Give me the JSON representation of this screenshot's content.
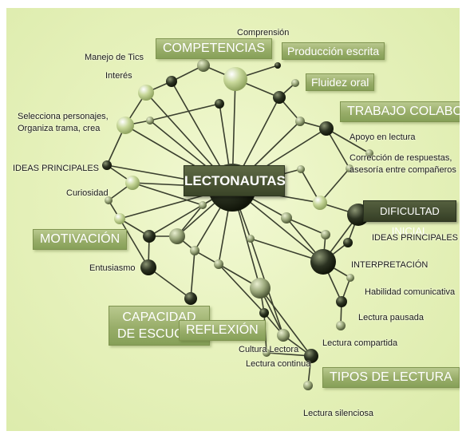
{
  "central_topic": "LECTONAUTAS",
  "categories": {
    "competencias": "COMPETENCIAS",
    "produccion_escrita": "Producción escrita",
    "fluidez_oral": "Fluidez oral",
    "trabajo_colaborativo": "TRABAJO COLABORATIVO",
    "dificultad_inicial": "DIFICULTAD INICIAL",
    "motivacion": "MOTIVACIÓN",
    "capacidad_de_escucha": [
      "CAPACIDAD",
      "DE ESCUCHA"
    ],
    "reflexion": "REFLEXIÓN",
    "tipos_de_lectura": "TIPOS DE LECTURA"
  },
  "labels": {
    "comprension": "Comprensión",
    "manejo_de_tics": "Manejo de Tics",
    "interes": "Interés",
    "selecciona_personajes": [
      "Selecciona personajes,",
      "Organiza trama, crea"
    ],
    "ideas_principales_left": "IDEAS PRINCIPALES",
    "curiosidad": "Curiosidad",
    "apoyo_en_lectura": "Apoyo  en lectura",
    "correccion_respuestas": [
      "Corrección de respuestas,",
      "asesoría entre compañeros"
    ],
    "ideas_principales_right": "IDEAS PRINCIPALES",
    "interpretacion": "INTERPRETACIÓN",
    "habilidad_comunicativa": "Habilidad comunicativa",
    "lectura_pausada": "Lectura pausada",
    "entusiasmo": "Entusiasmo",
    "cultura_lectora": "Cultura Lectora",
    "lectura_compartida": "Lectura compartida",
    "lectura_continua": "Lectura continua",
    "lectura_silenciosa": "Lectura silenciosa"
  },
  "colors": {
    "background": "#e4f0b8",
    "category_box": "#98ad69",
    "central_box": "#3b4528",
    "edge": "#3a3f2e",
    "node_dark": "#2c3322",
    "node_light": "#c8d89a"
  }
}
